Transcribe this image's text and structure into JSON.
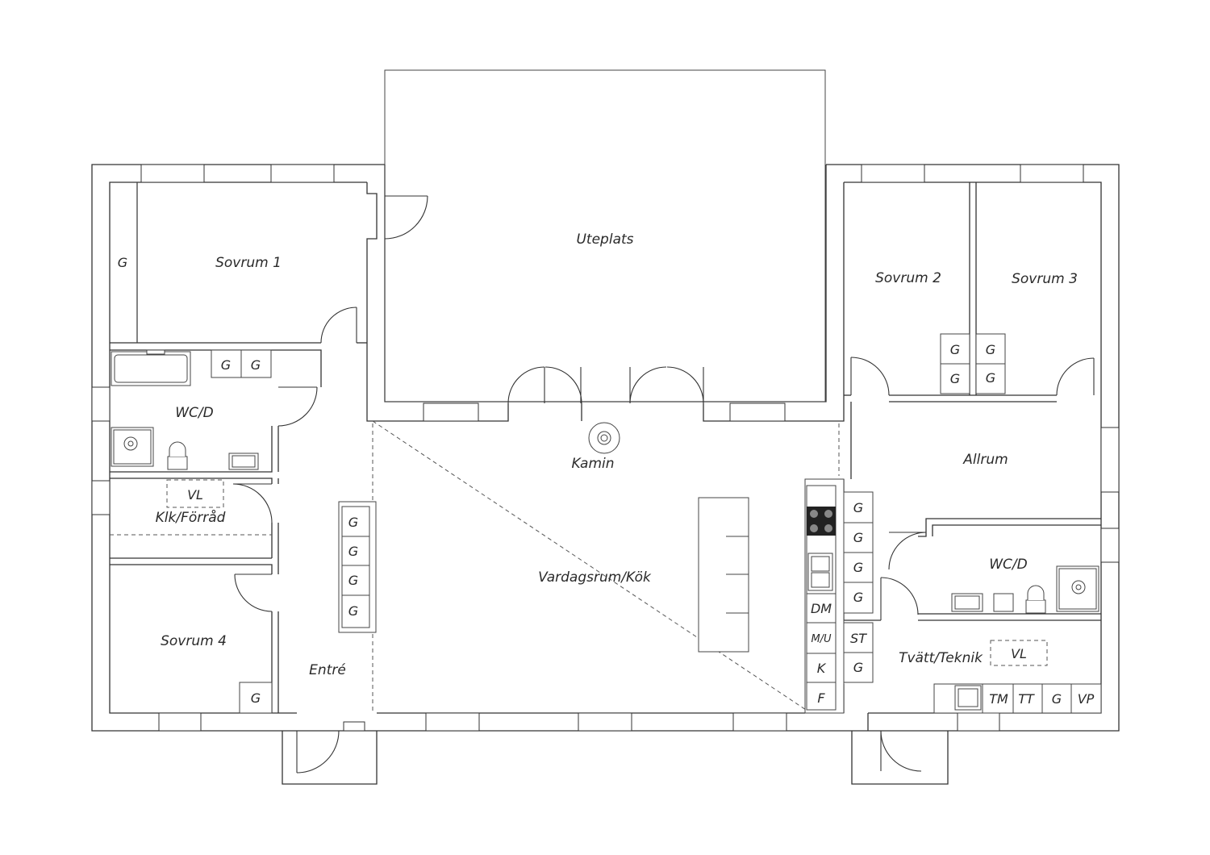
{
  "rooms": {
    "uteplats": "Uteplats",
    "sovrum1": "Sovrum 1",
    "sovrum2": "Sovrum 2",
    "sovrum3": "Sovrum 3",
    "sovrum4": "Sovrum 4",
    "wc_left": "WC/D",
    "wc_right": "WC/D",
    "klk": "Klk/Förråd",
    "kamin": "Kamin",
    "allrum": "Allrum",
    "vardagsrum": "Vardagsrum/Kök",
    "entre": "Entré",
    "tvatt": "Tvätt/Teknik"
  },
  "fixtures": {
    "g": "G",
    "vl": "VL",
    "dm": "DM",
    "mu": "M/U",
    "k": "K",
    "f": "F",
    "st": "ST",
    "tm": "TM",
    "tt": "TT",
    "vp": "VP"
  }
}
